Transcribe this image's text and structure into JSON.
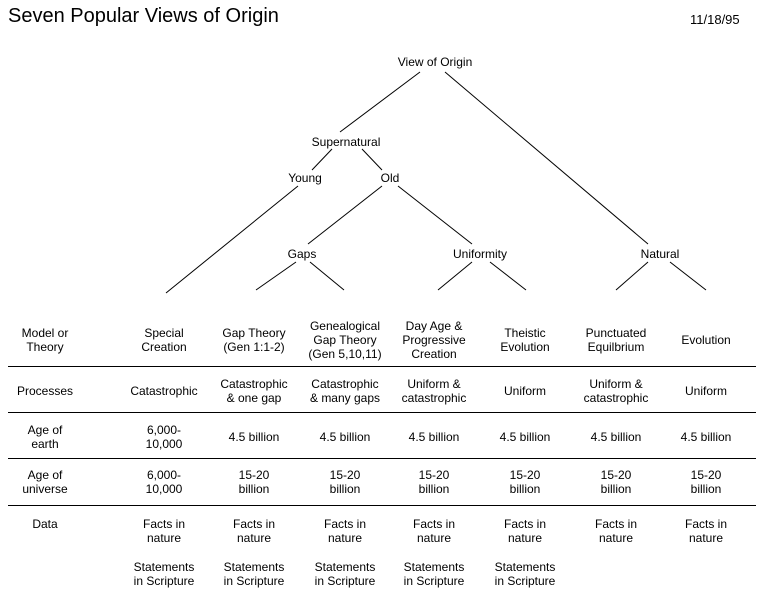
{
  "title": "Seven Popular Views of Origin",
  "date": "11/18/95",
  "tree": {
    "root": "View of Origin",
    "supernatural": "Supernatural",
    "young": "Young",
    "old": "Old",
    "gaps": "Gaps",
    "uniformity": "Uniformity",
    "natural": "Natural"
  },
  "table": {
    "header_label": "Model or\nTheory",
    "columns": [
      "Special\nCreation",
      "Gap Theory\n(Gen 1:1-2)",
      "Genealogical\nGap Theory\n(Gen 5,10,11)",
      "Day Age &\nProgressive\nCreation",
      "Theistic\nEvolution",
      "Punctuated\nEquilbrium",
      "Evolution"
    ],
    "rows": [
      {
        "label": "Processes",
        "cells": [
          "Catastrophic",
          "Catastrophic\n& one gap",
          "Catastrophic\n& many gaps",
          "Uniform &\ncatastrophic",
          "Uniform",
          "Uniform &\ncatastrophic",
          "Uniform"
        ]
      },
      {
        "label": "Age of\nearth",
        "cells": [
          "6,000-\n10,000",
          "4.5 billion",
          "4.5 billion",
          "4.5 billion",
          "4.5 billion",
          "4.5 billion",
          "4.5 billion"
        ]
      },
      {
        "label": "Age of\nuniverse",
        "cells": [
          "6,000-\n10,000",
          "15-20\nbillion",
          "15-20\nbillion",
          "15-20\nbillion",
          "15-20\nbillion",
          "15-20\nbillion",
          "15-20\nbillion"
        ]
      },
      {
        "label": "Data",
        "cells": [
          "Facts in\nnature",
          "Facts in\nnature",
          "Facts in\nnature",
          "Facts in\nnature",
          "Facts in\nnature",
          "Facts in\nnature",
          "Facts in\nnature"
        ]
      },
      {
        "label": "",
        "cells": [
          "Statements\nin Scripture",
          "Statements\nin Scripture",
          "Statements\nin Scripture",
          "Statements\nin Scripture",
          "Statements\nin Scripture",
          "",
          ""
        ]
      }
    ]
  }
}
